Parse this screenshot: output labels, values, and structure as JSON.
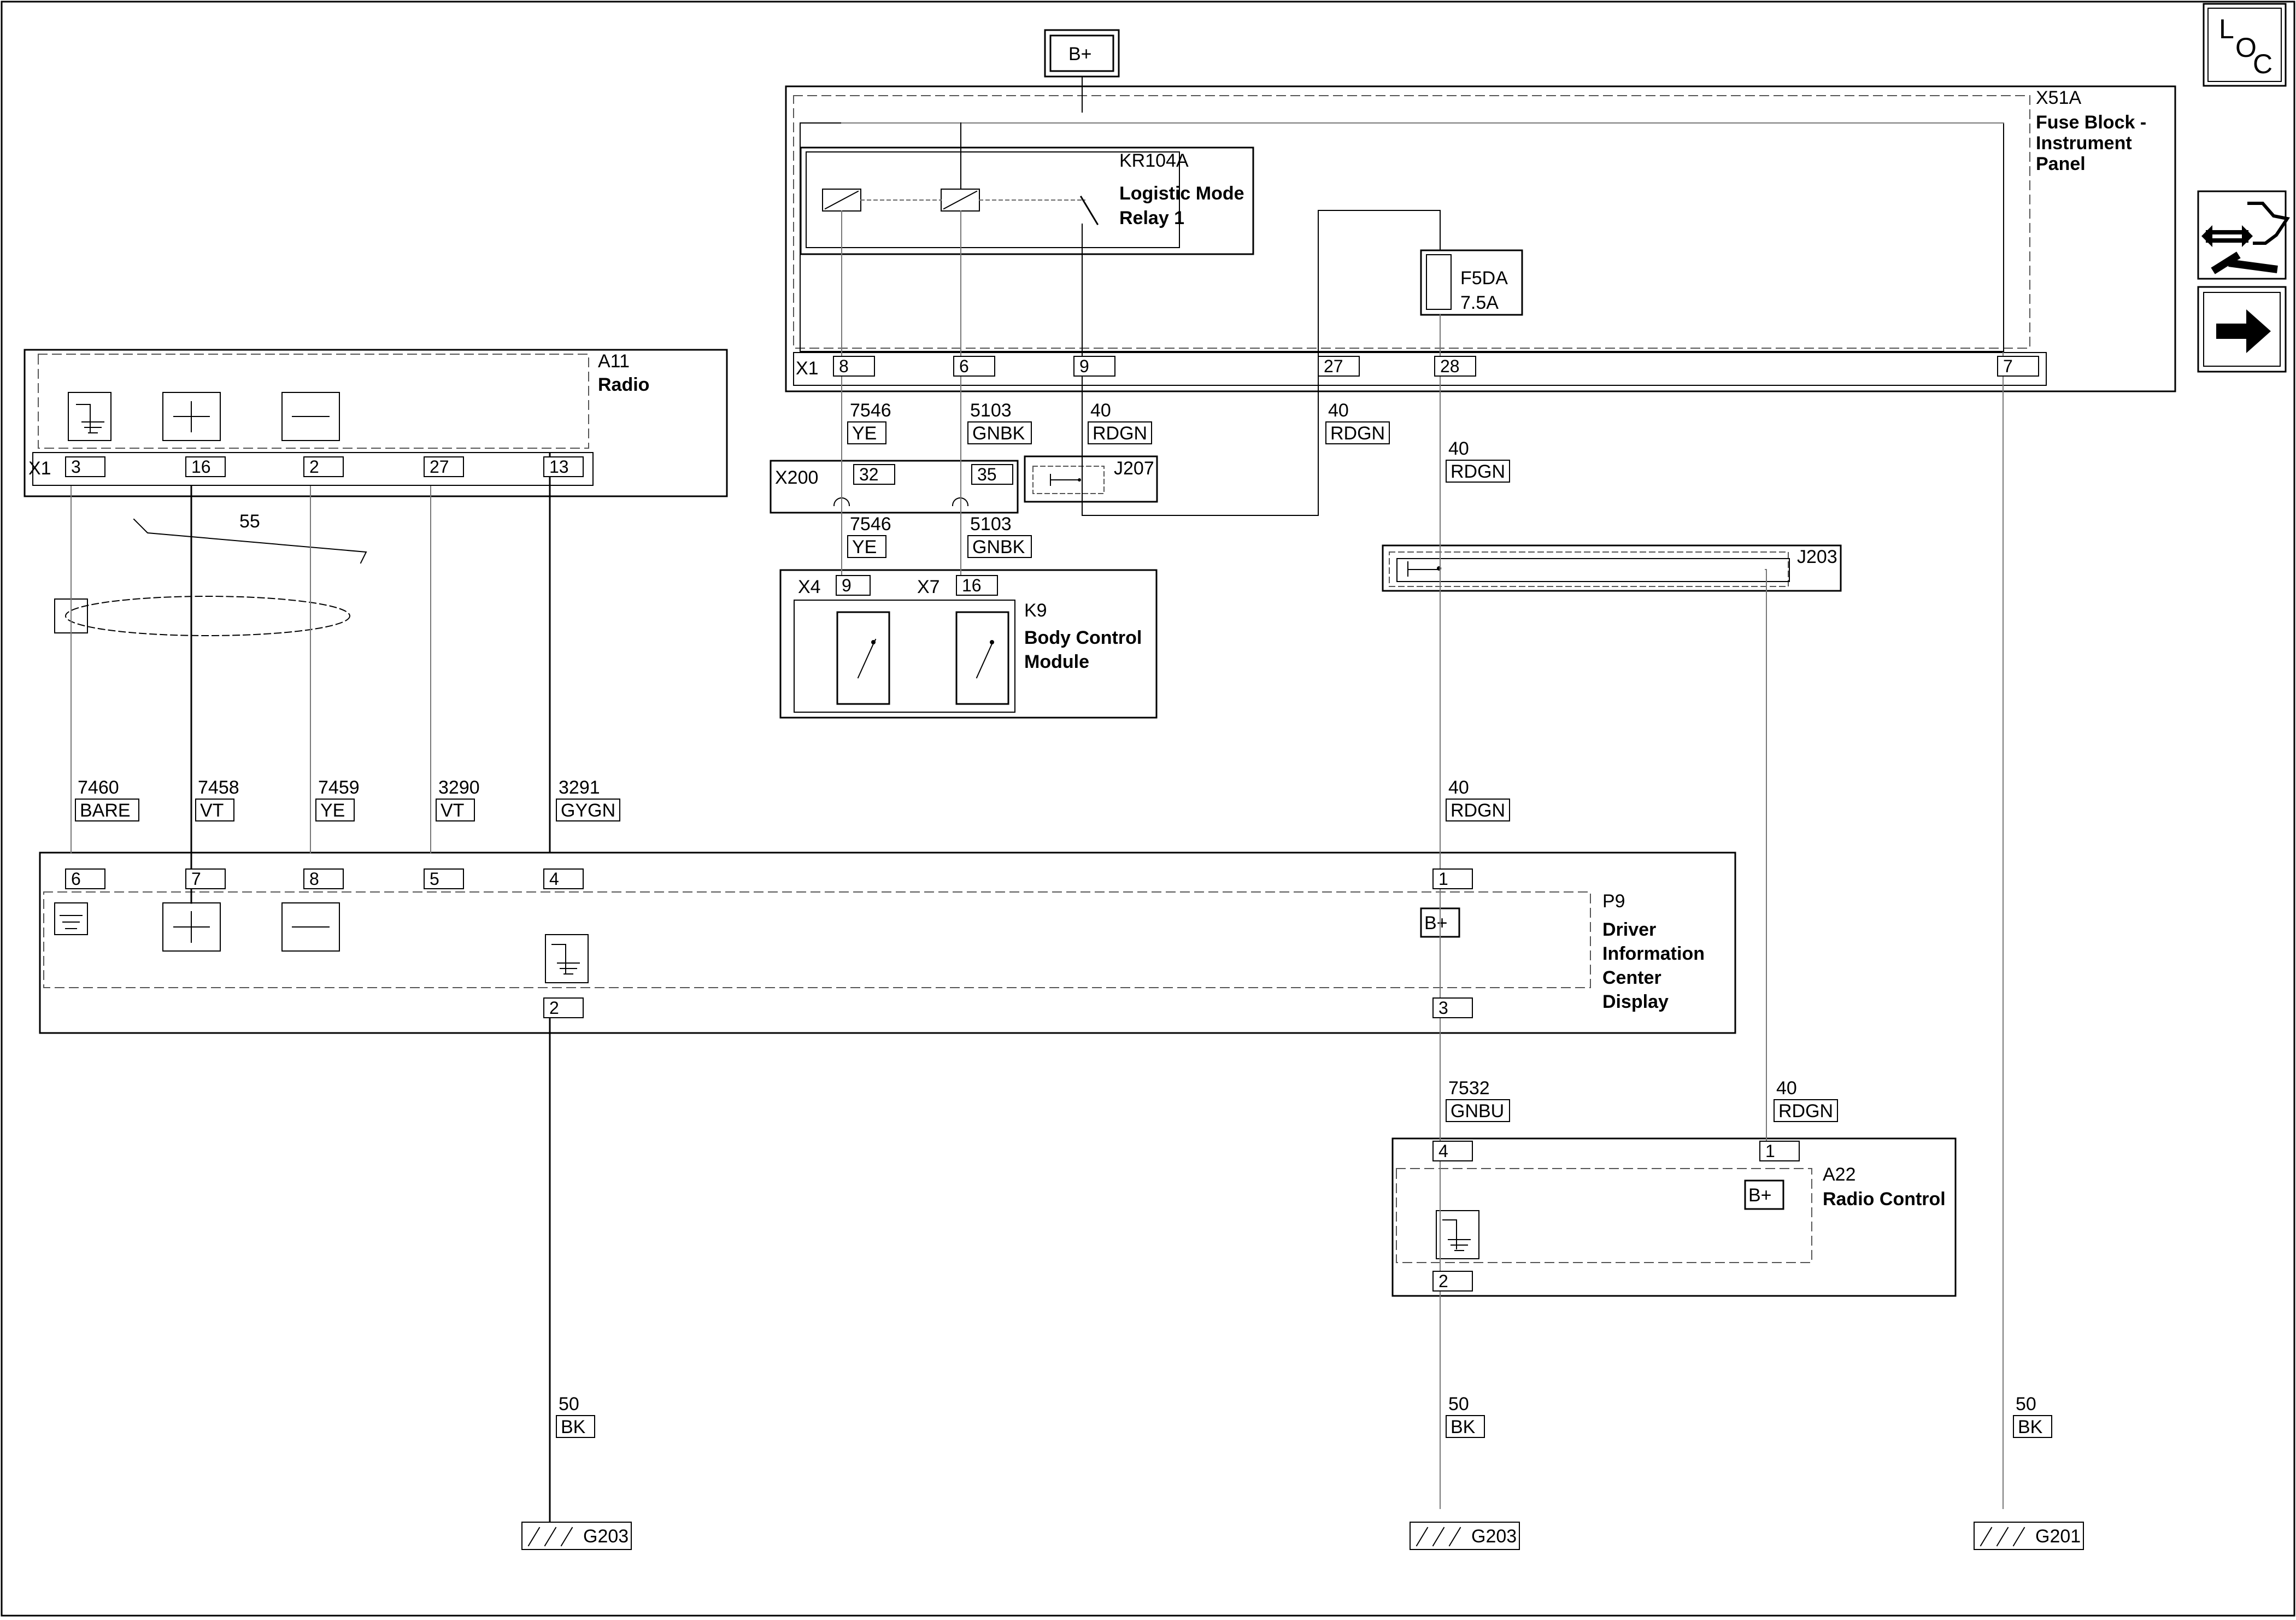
{
  "nav": {
    "loc_icon": "loc-icon",
    "connector_icon": "connector-view-icon",
    "next_icon": "arrow-right-icon",
    "loc_letters": [
      "L",
      "O",
      "C"
    ]
  },
  "supply": {
    "label": "B+"
  },
  "fuse_block": {
    "id": "X51A",
    "title_lines": [
      "Fuse Block -",
      "Instrument",
      "Panel"
    ],
    "connector": "X1",
    "pins": [
      "8",
      "6",
      "9",
      "27",
      "28",
      "7"
    ]
  },
  "relay": {
    "id": "KR104A",
    "title_lines": [
      "Logistic Mode",
      "Relay 1"
    ]
  },
  "fuse": {
    "id": "F5DA",
    "rating": "7.5A"
  },
  "radio": {
    "id": "A11",
    "title": "Radio",
    "connector": "X1",
    "pins": [
      "3",
      "16",
      "2",
      "27",
      "13"
    ]
  },
  "twisted_pair": {
    "label": "55"
  },
  "inline_connector": {
    "id": "X200",
    "pins": [
      "32",
      "35"
    ]
  },
  "splice_j207": {
    "id": "J207"
  },
  "splice_j203": {
    "id": "J203"
  },
  "bcm": {
    "id": "K9",
    "title_lines": [
      "Body Control",
      "Module"
    ],
    "conn_a": "X4",
    "pin_a": "9",
    "conn_b": "X7",
    "pin_b": "16"
  },
  "dic": {
    "id": "P9",
    "title_lines": [
      "Driver",
      "Information",
      "Center",
      "Display"
    ],
    "top_pins": [
      "6",
      "7",
      "8",
      "5",
      "4",
      "1"
    ],
    "bottom_pins": [
      "2",
      "3"
    ],
    "bplus": "B+"
  },
  "radio_control": {
    "id": "A22",
    "title": "Radio Control",
    "top_pins": [
      "4",
      "1"
    ],
    "bottom_pin": "2",
    "bplus": "B+"
  },
  "wires_upper": [
    {
      "circuit": "7546",
      "color": "YE"
    },
    {
      "circuit": "5103",
      "color": "GNBK"
    },
    {
      "circuit": "40",
      "color": "RDGN"
    },
    {
      "circuit": "40",
      "color": "RDGN"
    },
    {
      "circuit": "40",
      "color": "RDGN"
    }
  ],
  "wires_mid": [
    {
      "circuit": "7546",
      "color": "YE"
    },
    {
      "circuit": "5103",
      "color": "GNBK"
    }
  ],
  "wires_radio": [
    {
      "circuit": "7460",
      "color": "BARE"
    },
    {
      "circuit": "7458",
      "color": "VT"
    },
    {
      "circuit": "7459",
      "color": "YE"
    },
    {
      "circuit": "3290",
      "color": "VT"
    },
    {
      "circuit": "3291",
      "color": "GYGN"
    },
    {
      "circuit": "40",
      "color": "RDGN"
    }
  ],
  "wires_lower": [
    {
      "circuit": "7532",
      "color": "GNBU"
    },
    {
      "circuit": "40",
      "color": "RDGN"
    }
  ],
  "wires_ground": [
    {
      "circuit": "50",
      "color": "BK"
    },
    {
      "circuit": "50",
      "color": "BK"
    },
    {
      "circuit": "50",
      "color": "BK"
    }
  ],
  "grounds": [
    "G203",
    "G203",
    "G201"
  ]
}
